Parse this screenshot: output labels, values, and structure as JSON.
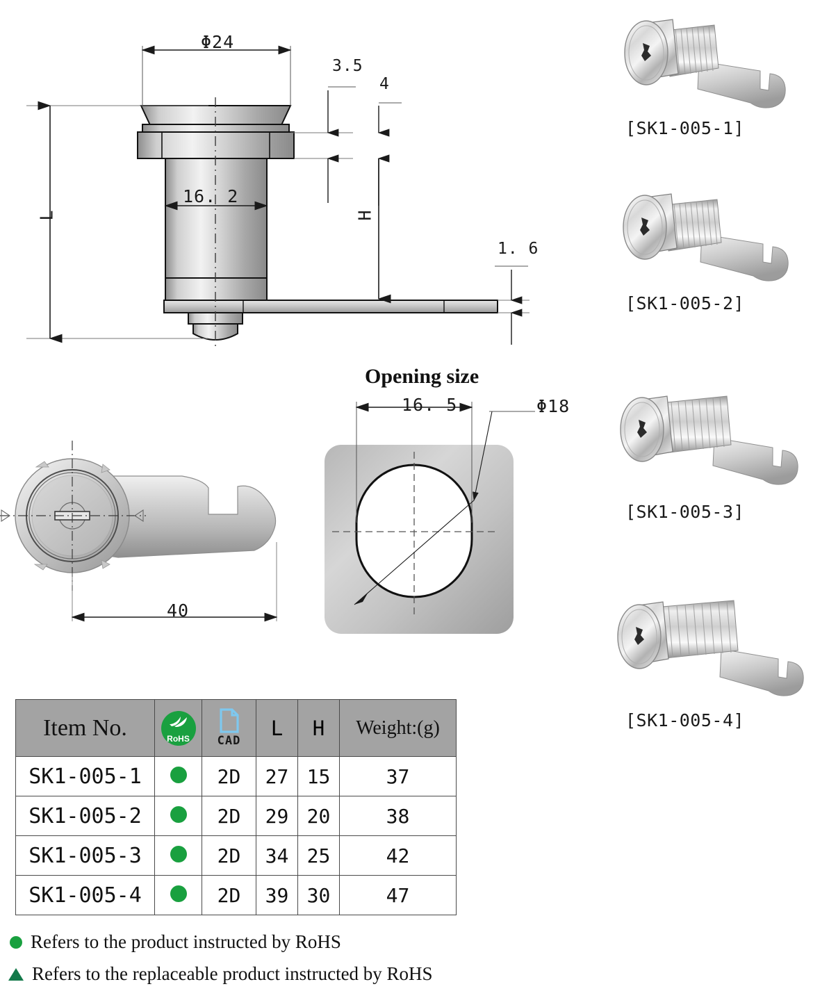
{
  "drawings": {
    "front_view": {
      "name": "front-elevation",
      "dims": {
        "diameter_head": "Φ24",
        "flange_thickness": "3.5",
        "nut_height": "4",
        "barrel_diameter": "16. 2",
        "total_length": "L",
        "grip_height": "H",
        "cam_thickness": "1. 6"
      }
    },
    "side_view": {
      "name": "cam-side-view",
      "dims": {
        "cam_reach": "40"
      }
    },
    "opening_size": {
      "title": "Opening size",
      "dims": {
        "flat_width": "16. 5",
        "hole_diameter": "Φ18"
      }
    }
  },
  "photos": [
    {
      "label": "[SK1-005-1]"
    },
    {
      "label": "[SK1-005-2]"
    },
    {
      "label": "[SK1-005-3]"
    },
    {
      "label": "[SK1-005-4]"
    }
  ],
  "table": {
    "headers": {
      "item_no": "Item No.",
      "rohs": "RoHS",
      "cad": "CAD",
      "l": "L",
      "h": "H",
      "weight": "Weight:(g)"
    },
    "rows": [
      {
        "item_no": "SK1-005-1",
        "rohs": "●",
        "cad": "2D",
        "l": "27",
        "h": "15",
        "weight": "37"
      },
      {
        "item_no": "SK1-005-2",
        "rohs": "●",
        "cad": "2D",
        "l": "29",
        "h": "20",
        "weight": "38"
      },
      {
        "item_no": "SK1-005-3",
        "rohs": "●",
        "cad": "2D",
        "l": "34",
        "h": "25",
        "weight": "42"
      },
      {
        "item_no": "SK1-005-4",
        "rohs": "●",
        "cad": "2D",
        "l": "39",
        "h": "30",
        "weight": "47"
      }
    ]
  },
  "legend": {
    "dot_text": "Refers to the product instructed by RoHS",
    "triangle_text": "Refers to the replaceable product instructed by RoHS"
  },
  "colors": {
    "rohs_green": "#19a03f",
    "row_green": "#7cc8a4",
    "header_gray": "#a3a3a3",
    "cad_blue": "#7ec8ef"
  }
}
